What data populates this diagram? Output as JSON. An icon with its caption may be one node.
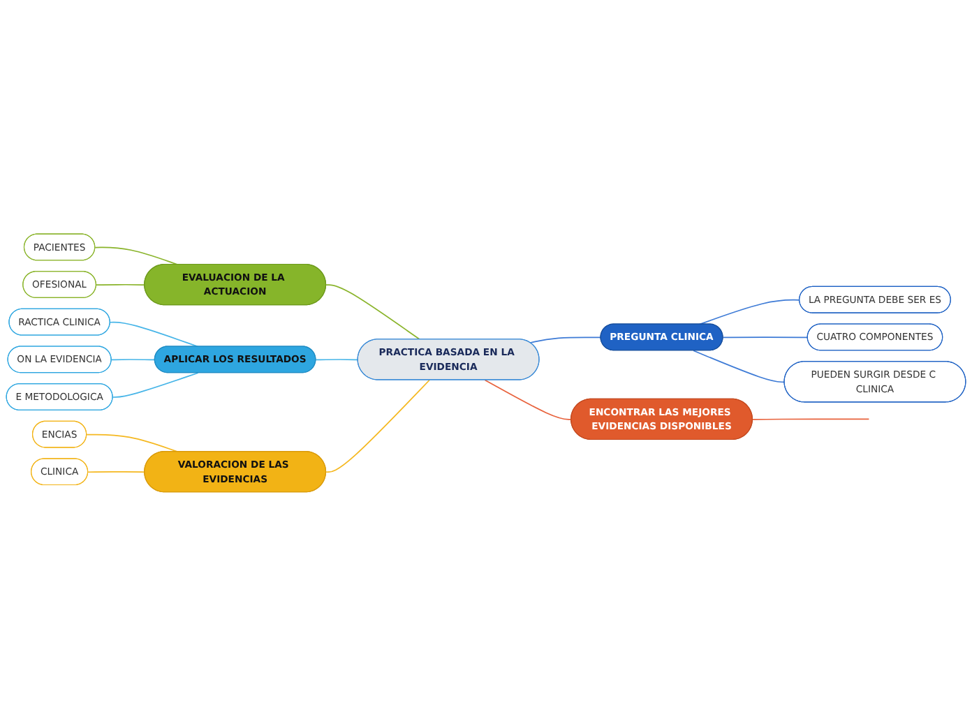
{
  "diagram": {
    "nodes": [
      {
        "text": [
          "PRACTICA BASADA EN LA EVIDENCIA"
        ]
      },
      {
        "text": [
          "EVALUACION DE LA ACTUACION"
        ]
      },
      {
        "text": [
          "PACIENTES"
        ]
      },
      {
        "text": [
          "OFESIONAL"
        ]
      },
      {
        "text": [
          "APLICAR LOS RESULTADOS"
        ]
      },
      {
        "text": [
          "RACTICA CLINICA"
        ]
      },
      {
        "text": [
          "ON LA EVIDENCIA"
        ]
      },
      {
        "text": [
          "E METODOLOGICA"
        ]
      },
      {
        "text": [
          "VALORACION DE LAS EVIDENCIAS"
        ]
      },
      {
        "text": [
          "ENCIAS"
        ]
      },
      {
        "text": [
          "CLINICA"
        ]
      },
      {
        "text": [
          "PREGUNTA CLINICA"
        ]
      },
      {
        "text": [
          "LA PREGUNTA DEBE SER ES"
        ]
      },
      {
        "text": [
          "CUATRO COMPONENTES"
        ]
      },
      {
        "text": [
          "PUEDEN SURGIR DESDE C CLINICA"
        ]
      },
      {
        "text": [
          "ENCONTRAR LAS MEJORES EVIDENCIAS DISPONIBLES"
        ]
      }
    ],
    "edges": [
      {
        "from": 2,
        "to": 1,
        "arrow": "none",
        "color": "#8ab42b"
      },
      {
        "from": 3,
        "to": 1,
        "arrow": "none",
        "color": "#8ab42b"
      },
      {
        "from": 1,
        "to": 0,
        "arrow": "none",
        "color": "#8ab42b"
      },
      {
        "from": 5,
        "to": 4,
        "arrow": "none",
        "color": "#47b5e8"
      },
      {
        "from": 6,
        "to": 4,
        "arrow": "none",
        "color": "#47b5e8"
      },
      {
        "from": 7,
        "to": 4,
        "arrow": "none",
        "color": "#47b5e8"
      },
      {
        "from": 4,
        "to": 0,
        "arrow": "none",
        "color": "#47b5e8"
      },
      {
        "from": 9,
        "to": 8,
        "arrow": "none",
        "color": "#f5b820"
      },
      {
        "from": 10,
        "to": 8,
        "arrow": "none",
        "color": "#f5b820"
      },
      {
        "from": 8,
        "to": 0,
        "arrow": "none",
        "color": "#f5b820"
      },
      {
        "from": 0,
        "to": 11,
        "arrow": "none",
        "color": "#3e7bd6"
      },
      {
        "from": 11,
        "to": 12,
        "arrow": "none",
        "color": "#3e7bd6"
      },
      {
        "from": 11,
        "to": 13,
        "arrow": "none",
        "color": "#3e7bd6"
      },
      {
        "from": 11,
        "to": 14,
        "arrow": "none",
        "color": "#3e7bd6"
      },
      {
        "from": 0,
        "to": 15,
        "arrow": "none",
        "color": "#e8623c"
      },
      {
        "from": 15,
        "to": null,
        "arrow": "none",
        "color": "#e8623c"
      }
    ]
  }
}
